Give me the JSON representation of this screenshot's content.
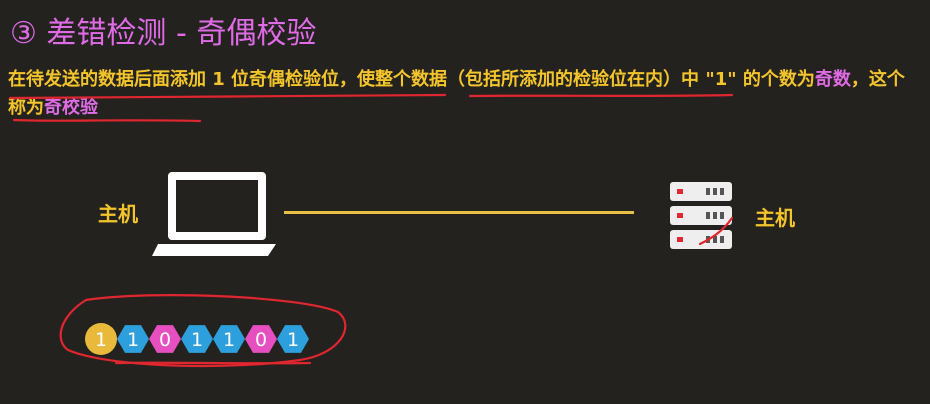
{
  "title": "③ 差错检测 - 奇偶校验",
  "description": {
    "part1": "在待发送的数据后面添加 1 位奇偶检验位，使整个数据（包括所添加的检验位在内）中 \"1\" 的个数为",
    "odd_word": "奇数",
    "part2": "，这个称为",
    "term": "奇校验"
  },
  "hosts": {
    "left_label": "主机",
    "right_label": "主机"
  },
  "bits": [
    {
      "value": "1",
      "type": "parity"
    },
    {
      "value": "1",
      "type": "data"
    },
    {
      "value": "0",
      "type": "data"
    },
    {
      "value": "1",
      "type": "data"
    },
    {
      "value": "1",
      "type": "data"
    },
    {
      "value": "0",
      "type": "data"
    },
    {
      "value": "1",
      "type": "data"
    }
  ],
  "colors": {
    "background": "#24221f",
    "title": "#df6be6",
    "text": "#f4c52b",
    "bit_one": "#2c9fdc",
    "bit_zero": "#e54fbf",
    "parity_bit": "#e8b93a",
    "annotation": "#e0262e"
  }
}
